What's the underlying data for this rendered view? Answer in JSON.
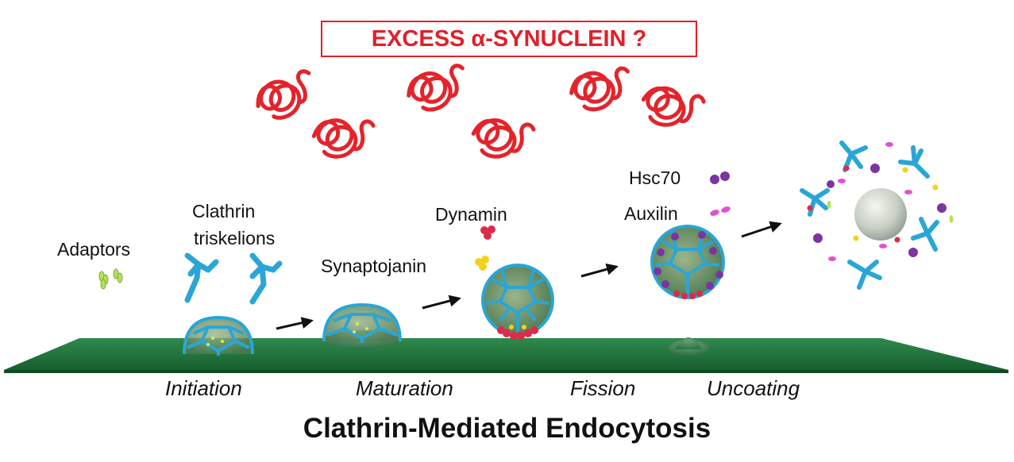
{
  "banner": {
    "text": "EXCESS α-SYNUCLEIN ?"
  },
  "labels": {
    "adaptors": "Adaptors",
    "clathrin_line1": "Clathrin",
    "clathrin_line2": "triskelions",
    "synaptojanin": "Synaptojanin",
    "dynamin": "Dynamin",
    "hsc70": "Hsc70",
    "auxilin": "Auxilin"
  },
  "stages": [
    "Initiation",
    "Maturation",
    "Fission",
    "Uncoating"
  ],
  "title": "Clathrin-Mediated Endocytosis",
  "colors": {
    "alpha_synuclein": "#e3242b",
    "clathrin": "#2aa6d6",
    "membrane": "#1f7a3f",
    "dynamin": "#e0284a",
    "synaptojanin": "#f2d21a",
    "hsc70": "#7a35a0",
    "auxilin": "#e64fd0",
    "adaptors": "#b9e05a",
    "vesicle": "#c9d0c6",
    "banner": "#e0202a"
  }
}
